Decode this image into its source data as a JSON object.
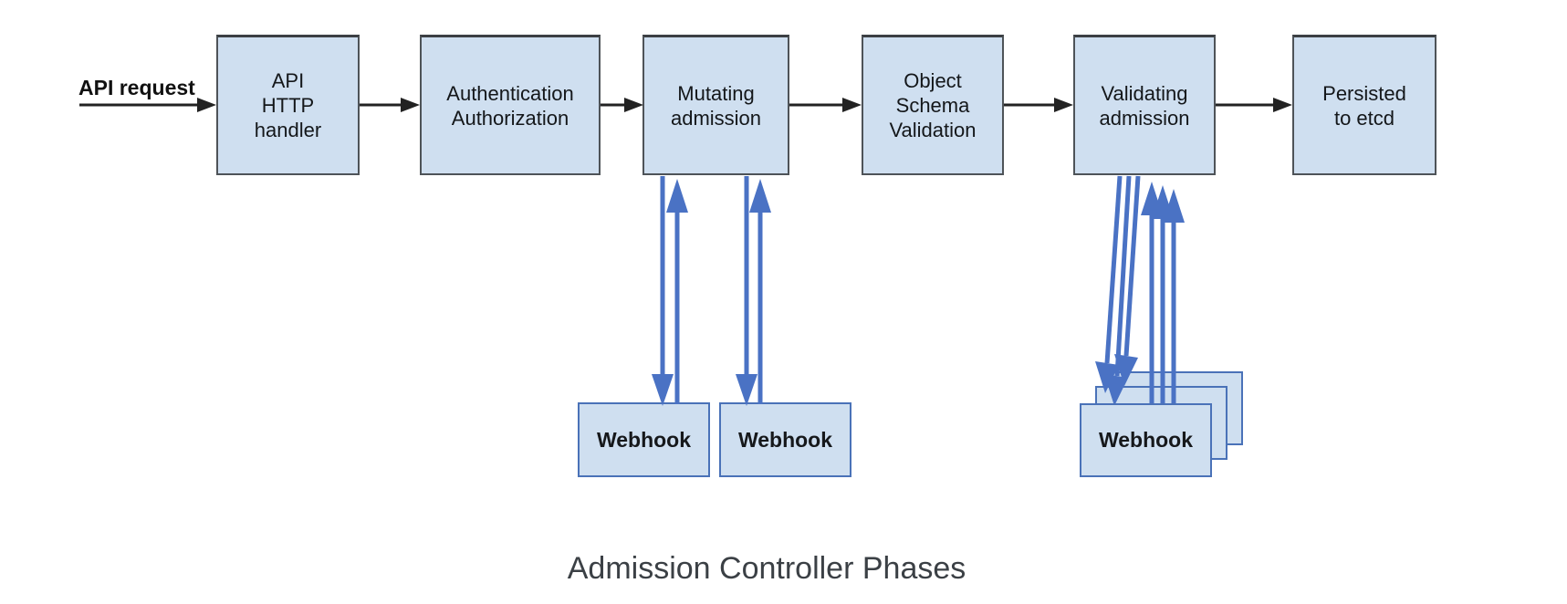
{
  "colors": {
    "box_fill": "#cfdff0",
    "phase_box_border": "#4e5358",
    "webhook_box_border": "#4a72b8",
    "webhook_arrow_blue": "#4a72c4",
    "flow_arrow_black": "#222222",
    "label_text": "#14171a",
    "caption_text": "#3b4045"
  },
  "diagram": {
    "caption": "Admission Controller Phases",
    "request_label": "API request",
    "phases": [
      {
        "id": "api-http-handler",
        "label": "API\nHTTP\nhandler"
      },
      {
        "id": "authentication-authorization",
        "label": "Authentication\nAuthorization"
      },
      {
        "id": "mutating-admission",
        "label": "Mutating\nadmission"
      },
      {
        "id": "object-schema-validation",
        "label": "Object\nSchema\nValidation"
      },
      {
        "id": "validating-admission",
        "label": "Validating\nadmission"
      },
      {
        "id": "persisted-to-etcd",
        "label": "Persisted\nto etcd"
      }
    ],
    "mutating_webhooks": [
      {
        "label": "Webhook"
      },
      {
        "label": "Webhook"
      }
    ],
    "validating_webhooks": [
      {
        "label": "Webhook"
      },
      {
        "label": "Webhook"
      },
      {
        "label": "Webhook"
      }
    ]
  }
}
